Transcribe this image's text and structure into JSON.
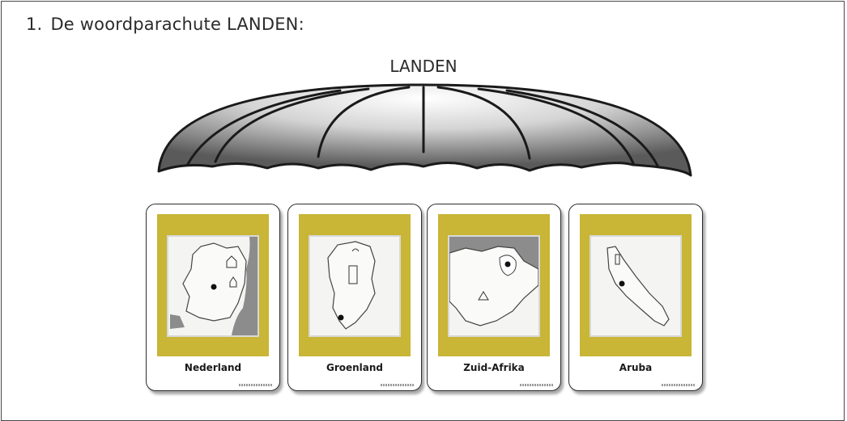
{
  "exercise": {
    "number": "1.",
    "title": "De woordparachute LANDEN:"
  },
  "parachute": {
    "label": "LANDEN"
  },
  "cards": [
    {
      "label": "Nederland",
      "icon": "map-nederland-icon"
    },
    {
      "label": "Groenland",
      "icon": "map-groenland-icon"
    },
    {
      "label": "Zuid-Afrika",
      "icon": "map-zuid-afrika-icon"
    },
    {
      "label": "Aruba",
      "icon": "map-aruba-icon"
    }
  ],
  "colors": {
    "card_panel": "#c9b536",
    "text": "#2b2b2b",
    "border": "#2d2d2d"
  }
}
